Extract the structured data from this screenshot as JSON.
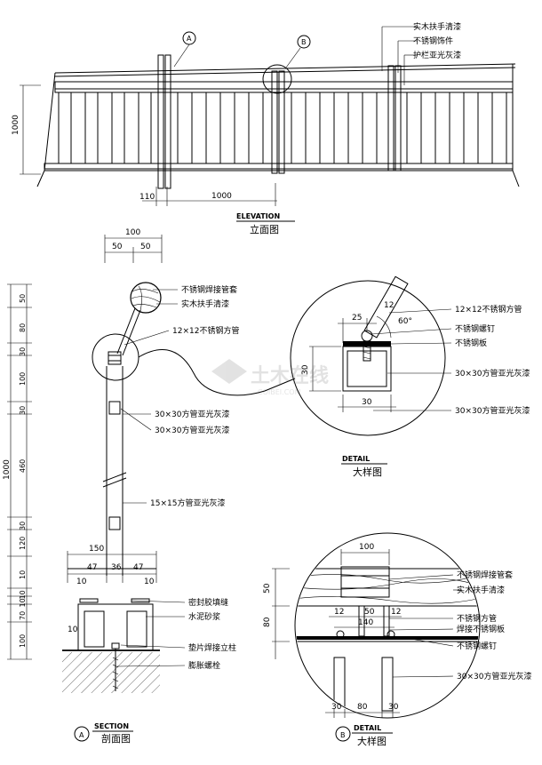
{
  "elevation": {
    "callout_a": "A",
    "callout_b": "B",
    "labels": [
      "实木扶手清漆",
      "不锈钢饰件",
      "护栏亚光灰漆"
    ],
    "dim_height": "1000",
    "dim_offset": "110",
    "dim_spacing": "1000",
    "title_en": "ELEVATION",
    "title_cn": "立面图"
  },
  "section": {
    "top_dims": [
      "100",
      "50",
      "50"
    ],
    "left_dims": [
      "50",
      "80",
      "30",
      "100",
      "30",
      "460",
      "30",
      "120",
      "10",
      "10",
      "10",
      "70",
      "100"
    ],
    "overall_dim": "1000",
    "base_dims": [
      "150",
      "47",
      "36",
      "47",
      "10",
      "10"
    ],
    "small_dim": "10",
    "labels": [
      "不锈钢焊接管套",
      "实木扶手清漆",
      "12×12不锈钢方管",
      "30×30方管亚光灰漆",
      "30×30方管亚光灰漆",
      "15×15方管亚光灰漆",
      "密封胶填缝",
      "水泥砂浆",
      "垫片焊接立柱",
      "膨胀螺栓"
    ],
    "callout": "A",
    "title_en": "SECTION",
    "title_cn": "剖面图"
  },
  "detail_a": {
    "dims": [
      "25",
      "12",
      "30",
      "30"
    ],
    "angle": "60°",
    "labels": [
      "12×12不锈钢方管",
      "不锈钢螺钉",
      "不锈钢板",
      "30×30方管亚光灰漆",
      "30×30方管亚光灰漆"
    ],
    "title_en": "DETAIL",
    "title_cn": "大样图"
  },
  "detail_b": {
    "dims": [
      "100",
      "50",
      "80",
      "12",
      "50",
      "12",
      "140",
      "30",
      "80",
      "30"
    ],
    "labels": [
      "不锈钢焊接管套",
      "实木扶手清漆",
      "不锈钢方管",
      "焊接不锈钢板",
      "不锈钢螺钉",
      "30×30方管亚光灰漆"
    ],
    "callout": "B",
    "title_en": "DETAIL",
    "title_cn": "大样图"
  },
  "watermark": {
    "text": "土木在线",
    "sub": "COIBEI.COM"
  }
}
